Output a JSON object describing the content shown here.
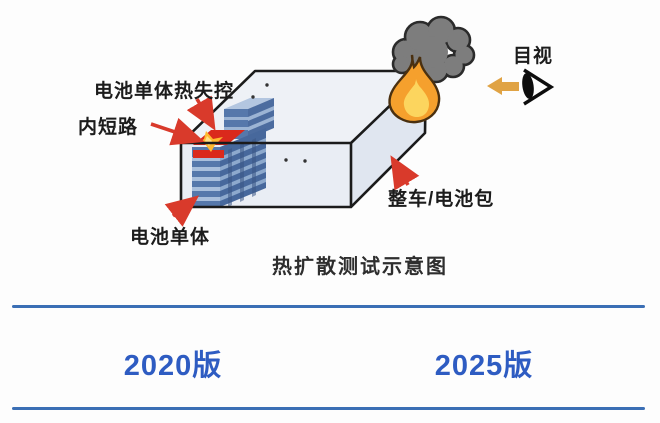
{
  "diagram": {
    "caption": "热扩散测试示意图",
    "labels": {
      "thermal_runaway": "电池单体热失控",
      "internal_short_circuit": "内短路",
      "battery_cell": "电池单体",
      "vehicle_battery_pack": "整车/电池包",
      "visual_check": "目视"
    },
    "colors": {
      "box_front": "#e9edf4",
      "box_top": "#eef1f6",
      "box_side": "#e0e6f0",
      "outline": "#1b1b1b",
      "battery_blue": "#5678ab",
      "battery_blue_dark": "#3a5585",
      "battery_blue_light": "#a9bfdc",
      "highlight_red": "#da291c",
      "arrow_red": "#d93a2b",
      "flame_outer": "#f5a02d",
      "flame_inner": "#fcd55e",
      "flame_outline": "#4a3010",
      "smoke_fill": "#7d7d7d",
      "smoke_outline": "#2b2b2b",
      "eye_arrow": "#e0a344",
      "eye_black": "#0d0d0d"
    }
  },
  "versions": {
    "left_label": "2020版",
    "right_label": "2025版",
    "text_color": "#2e5cc2",
    "divider_color": "#3b6fb5"
  }
}
